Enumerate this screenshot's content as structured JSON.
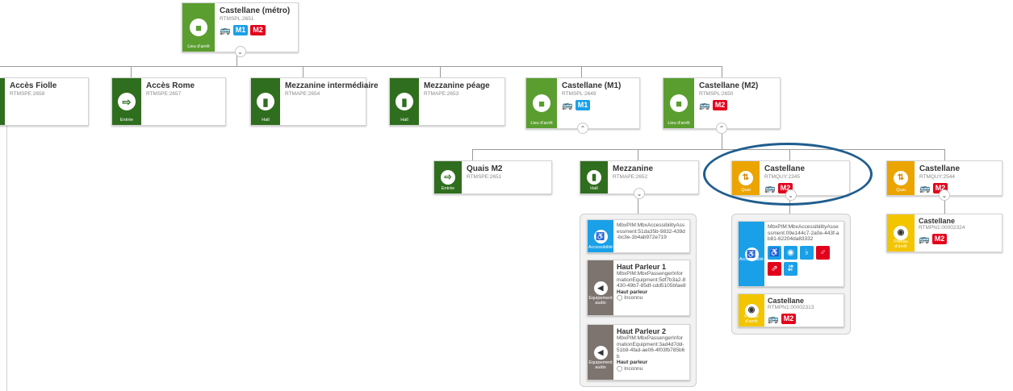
{
  "root": {
    "title": "Castellane (métro)",
    "code": "RTMSPL:2651",
    "category": "Lieu d'arrêt",
    "lines": [
      "M1",
      "M2"
    ],
    "icon": "station-icon"
  },
  "children": [
    {
      "title": "Accès Fiolle",
      "code": "RTMSPE:2658",
      "category": "",
      "icon": "entrance-icon"
    },
    {
      "title": "Accès Rome",
      "code": "RTMSPE:2657",
      "category": "Entrée",
      "icon": "entrance-icon"
    },
    {
      "title": "Mezzanine intermédiaire",
      "code": "RTMAPE:2654",
      "category": "Hall",
      "icon": "hall-icon"
    },
    {
      "title": "Mezzanine péage",
      "code": "RTMAPE:2653",
      "category": "Hall",
      "icon": "hall-icon"
    },
    {
      "title": "Castellane (M1)",
      "code": "RTMSPL:2649",
      "category": "Lieu d'arrêt",
      "lines": [
        "M1"
      ],
      "icon": "station-icon"
    },
    {
      "title": "Castellane (M2)",
      "code": "RTMSPL:2650",
      "category": "Lieu d'arrêt",
      "lines": [
        "M2"
      ],
      "icon": "station-icon"
    }
  ],
  "m2_children": [
    {
      "title": "Quais M2",
      "code": "RTMSPE:2651",
      "category": "Entrée",
      "icon": "entrance-icon"
    },
    {
      "title": "Mezzanine",
      "code": "RTMAPE:2652",
      "category": "Hall",
      "icon": "hall-icon"
    },
    {
      "title": "Castellane",
      "code": "RTMQUY:2345",
      "category": "Quai",
      "lines": [
        "M2"
      ],
      "icon": "platform-icon"
    },
    {
      "title": "Castellane",
      "code": "RTMQUY:2544",
      "category": "Quai",
      "lines": [
        "M2"
      ],
      "icon": "platform-icon"
    }
  ],
  "mezzanine_group": [
    {
      "category": "Accessibilité",
      "text": "MbxPIM:MbxAccessibilityAssessment:51da35b-9832-439d-bc3e-1b4ab972e719",
      "icon": "accessibility-icon"
    },
    {
      "category": "Equipement audio",
      "title": "Haut Parleur 1",
      "text": "MbxPIM:MbxPassengerInformationEquipment:5df7b3a2-8430-49b7-85df-cdd5105bfae8",
      "type_label": "Haut parleur",
      "status": "Inconnu",
      "icon": "speaker-icon"
    },
    {
      "category": "Equipement audio",
      "title": "Haut Parleur 2",
      "text": "MbxPIM:MbxPassengerInformationEquipment:3ad4d7dd-51b9-4fad-ae06-4f03fb785b6b",
      "type_label": "Haut parleur",
      "status": "Inconnu",
      "icon": "speaker-icon"
    }
  ],
  "quai_group": {
    "accessibility": {
      "category": "Accessibilité",
      "text": "MbxPIM:MbxAccessibilityAssessment:09e144c7-2a0e-443f-ab81-62204da83332",
      "icons": [
        "wheelchair-icon",
        "visual-icon",
        "hearing-icon",
        "toilets-icon",
        "escalator-icon",
        "elevator-icon"
      ]
    },
    "poi": {
      "title": "Castellane",
      "code": "RTMPN1:00002313",
      "category": "Poteau d'arrêt",
      "lines": [
        "M2"
      ],
      "icon": "stop-point-icon"
    }
  },
  "right_poi": {
    "title": "Castellane",
    "code": "RTMPN1:00002324",
    "category": "Poteau d'arrêt",
    "lines": [
      "M2"
    ],
    "icon": "stop-point-icon"
  },
  "colors": {
    "green": "#5a9e2f",
    "dark_green": "#2f6e1e",
    "orange": "#eba400",
    "yellow": "#f2c500",
    "blue": "#1aa0e8",
    "red": "#e3001b",
    "highlight": "#1f5d8e"
  }
}
